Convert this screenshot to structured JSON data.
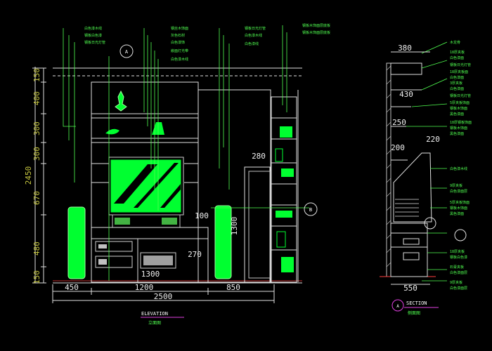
{
  "elevation": {
    "title": "ELEVATION",
    "subtitle": "立面图",
    "h_dims_bottom": [
      "450",
      "1200",
      "850"
    ],
    "h_dim_total": "2500",
    "dim_1300_bottom": "1300",
    "dim_280_top": "280",
    "dim_100": "100",
    "dim_270": "270",
    "dim_1300_right": "1300",
    "v_dims_left": [
      "150",
      "400",
      "300",
      "300",
      "670",
      "480",
      "150"
    ],
    "v_dim_total": "2450",
    "callout_a": "A",
    "callout_b": "B",
    "notes_left": [
      "白色漆木线",
      "钢板白色漆",
      "钢板日光灯管"
    ],
    "notes_center": [
      "钢丝木饰面",
      "灰色石材",
      "白色漆饰",
      "嵌面灯光带",
      "白色漆木线"
    ],
    "notes_right": [
      "钢板日光灯管",
      "白色漆木线",
      "白色漆线"
    ],
    "notes_far_right": [
      "钢板木饰面层底板",
      "钢板木饰面层底板"
    ]
  },
  "section": {
    "title": "SECTION",
    "subtitle": "侧面图",
    "callout": "A",
    "dims": [
      "380",
      "430",
      "250",
      "200",
      "220",
      "550"
    ],
    "notes": [
      "木龙骨",
      "18厚夹板",
      "白色漆面",
      "钢板日光灯管",
      "18厚夹板面",
      "白色漆面",
      "3厚夹板",
      "白色漆面",
      "钢板日光灯管",
      "5厚夹板饰面",
      "钢板木饰面",
      "黑色漆面",
      "18厚钢板饰面",
      "钢板木饰面",
      "黑色漆面",
      "白色漆木线",
      "9厚夹板",
      "白色漆面层",
      "5厚夹板饰面",
      "钢板木饰面",
      "黑色漆面",
      "18厚夹板",
      "钢板白色漆",
      "石膏夹板",
      "白色漆面层",
      "9厚夹板",
      "白色漆面层"
    ]
  }
}
